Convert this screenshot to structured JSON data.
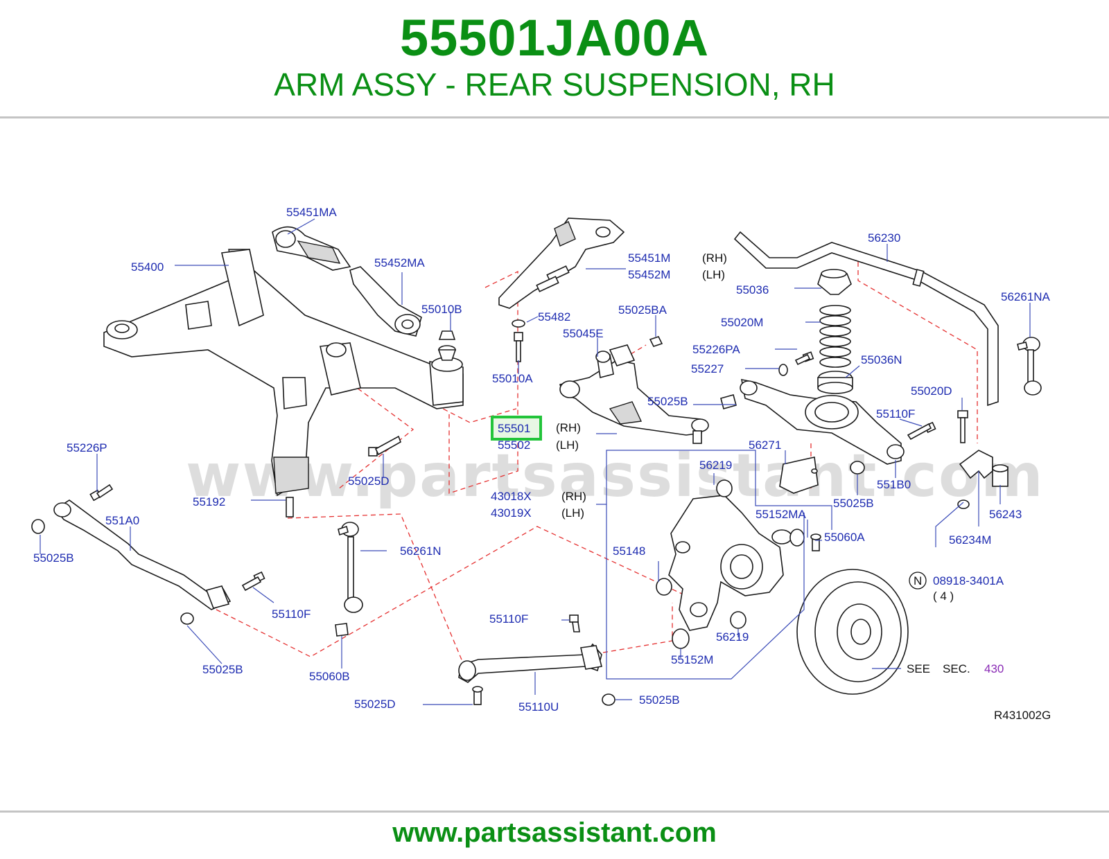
{
  "header": {
    "part_number": "55501JA00A",
    "title": "ARM ASSY - REAR SUSPENSION, RH"
  },
  "watermark": "www.partsassistant.com",
  "footer": {
    "url": "www.partsassistant.com"
  },
  "diagram": {
    "highlighted_part": "55501",
    "callouts": {
      "p55451MA": "55451MA",
      "p55400": "55400",
      "p55452MA": "55452MA",
      "p55010B": "55010B",
      "p55451M": "55451M",
      "p55452M": "55452M",
      "p55482": "55482",
      "p55025BA": "55025BA",
      "p55045E": "55045E",
      "p55010A": "55010A",
      "p55501": "55501",
      "p55502": "55502",
      "p55025B_a": "55025B",
      "p56230": "56230",
      "p55036": "55036",
      "p56261NA": "56261NA",
      "p55020M": "55020M",
      "p55226PA": "55226PA",
      "p55227": "55227",
      "p55036N": "55036N",
      "p55020D": "55020D",
      "p55110F_a": "55110F",
      "p56271": "56271",
      "p56219_a": "56219",
      "p551B0": "551B0",
      "p55025B_b": "55025B",
      "p56243": "56243",
      "p55226P": "55226P",
      "p55025D_a": "55025D",
      "p55192": "55192",
      "p43018X": "43018X",
      "p43019X": "43019X",
      "p55152MA": "55152MA",
      "p55060A": "55060A",
      "p56234M": "56234M",
      "p551A0": "551A0",
      "p55025B_c": "55025B",
      "p56261N": "56261N",
      "p55148": "55148",
      "p08918": "08918-3401A",
      "qty": "( 4 )",
      "n_symbol": "N",
      "p55110F_b": "55110F",
      "p55110F_c": "55110F",
      "p56219_b": "56219",
      "p55025B_d": "55025B",
      "p55060B": "55060B",
      "p55152M": "55152M",
      "see": "SEE",
      "sec": "SEC.",
      "sec_num": "430",
      "p55025D_b": "55025D",
      "p55110U": "55110U",
      "p55025B_e": "55025B",
      "drawing_code": "R431002G"
    },
    "side_tags": {
      "rh_1": "(RH)",
      "lh_1": "(LH)",
      "rh_2": "(RH)",
      "lh_2": "(LH)",
      "rh_3": "(RH)",
      "lh_3": "(LH)"
    },
    "colors": {
      "brand_green": "#0a8f14",
      "callout_blue": "#1d2bb0",
      "dash_red": "#e53030",
      "highlight_green": "#22c43a"
    }
  }
}
